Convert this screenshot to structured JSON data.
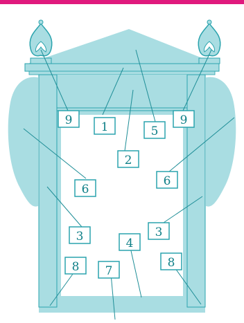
{
  "colors": {
    "accent_bar": "#e0197d",
    "shape_fill": "#a9dde2",
    "outline": "#2aa3ad",
    "label_text": "#0e7f87",
    "inner_panel": "#ffffff"
  },
  "labels": {
    "l1": "1",
    "l2": "2",
    "l3_left": "3",
    "l3_right": "3",
    "l4": "4",
    "l5": "5",
    "l6_left": "6",
    "l6_right": "6",
    "l7": "7",
    "l8_left": "8",
    "l8_right": "8",
    "l9_left": "9",
    "l9_right": "9"
  }
}
